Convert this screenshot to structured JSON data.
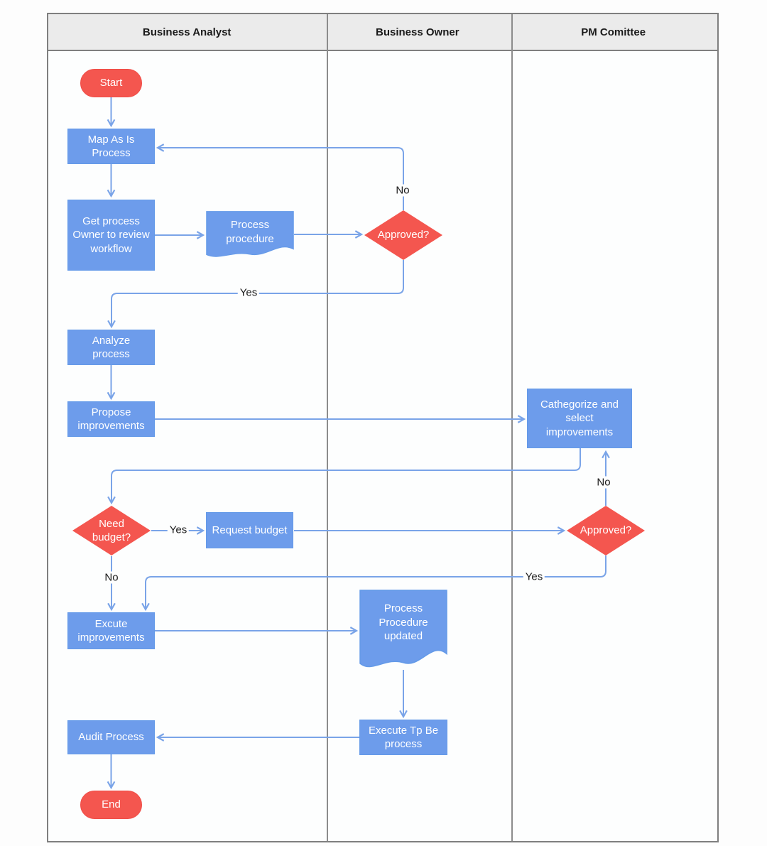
{
  "header": {
    "lanes": [
      {
        "label": "Business Analyst"
      },
      {
        "label": "Business Owner"
      },
      {
        "label": "PM Comittee"
      }
    ]
  },
  "nodes": {
    "start": {
      "label": "Start",
      "type": "terminator"
    },
    "map_as_is": {
      "label": "Map As Is Process",
      "type": "process"
    },
    "get_process_owner": {
      "label": "Get process Owner to review workflow",
      "type": "process"
    },
    "process_procedure": {
      "label": "Process procedure",
      "type": "document"
    },
    "approved_bo": {
      "label": "Approved?",
      "type": "decision"
    },
    "analyze_process": {
      "label": "Analyze process",
      "type": "process"
    },
    "propose_improvements": {
      "label": "Propose improvements",
      "type": "process"
    },
    "categorize_improvements": {
      "label": "Cathegorize and select improvements",
      "type": "process"
    },
    "need_budget": {
      "label": "Need budget?",
      "type": "decision"
    },
    "request_budget": {
      "label": "Request budget",
      "type": "process"
    },
    "approved_pm": {
      "label": "Approved?",
      "type": "decision"
    },
    "execute_improvements": {
      "label": "Excute improvements",
      "type": "process"
    },
    "process_procedure_updated": {
      "label": "Process Procedure updated",
      "type": "document"
    },
    "execute_to_be": {
      "label": "Execute Tp Be process",
      "type": "process"
    },
    "audit_process": {
      "label": "Audit Process",
      "type": "process"
    },
    "end": {
      "label": "End",
      "type": "terminator"
    }
  },
  "edge_labels": {
    "bo_approved_no": "No",
    "bo_approved_yes": "Yes",
    "need_budget_yes": "Yes",
    "need_budget_no": "No",
    "pm_approved_no": "No",
    "pm_approved_yes": "Yes"
  },
  "colors": {
    "process_fill": "#6d9ceb",
    "terminator_fill": "#f4564f",
    "decision_fill": "#f4564f",
    "connector": "#7aa4e8",
    "lane_border": "#7f7f7f",
    "header_bg": "#ebebeb"
  }
}
